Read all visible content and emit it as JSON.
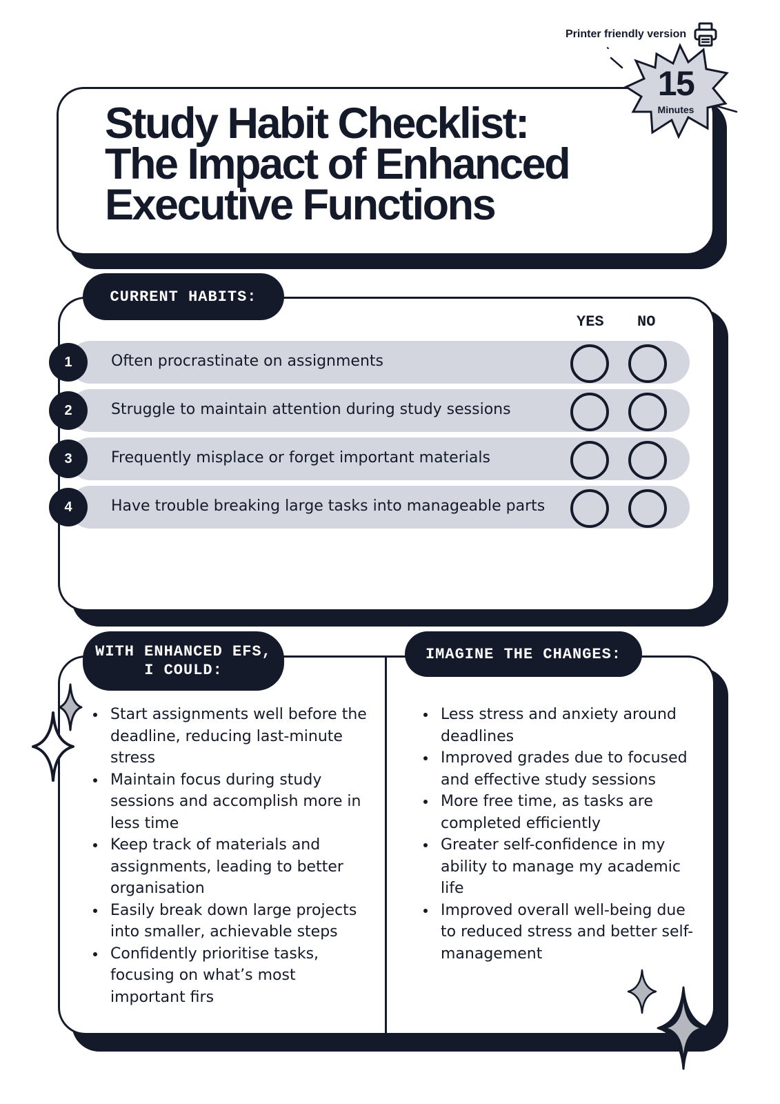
{
  "header": {
    "printer_label": "Printer friendly version",
    "badge_number": "15",
    "badge_unit": "Minutes"
  },
  "title": {
    "line1": "Study Habit Checklist:",
    "line2": "The Impact of Enhanced",
    "line3": "Executive Functions"
  },
  "habits": {
    "label": "CURRENT HABITS:",
    "yes_label": "YES",
    "no_label": "NO",
    "items": [
      {
        "num": "1",
        "text": "Often procrastinate on assignments"
      },
      {
        "num": "2",
        "text": "Struggle to maintain attention during study sessions"
      },
      {
        "num": "3",
        "text": "Frequently misplace or forget important materials"
      },
      {
        "num": "4",
        "text": "Have trouble breaking large tasks into manageable parts"
      }
    ]
  },
  "with_efs": {
    "label_line1": "WITH ENHANCED EFS,",
    "label_line2": "I COULD:",
    "items": [
      "Start assignments well before the deadline, reducing last-minute stress",
      "Maintain focus during study sessions and accomplish more in less time",
      "Keep track of materials and assignments, leading to better organisation",
      "Easily break down large projects into smaller, achievable steps",
      "Confidently prioritise tasks, focusing on what’s most important firs"
    ]
  },
  "imagine": {
    "label": "IMAGINE THE CHANGES:",
    "items": [
      "Less stress and anxiety around deadlines",
      " Improved grades due to focused and effective study sessions",
      " More free time, as tasks are completed efficiently",
      " Greater self-confidence in my ability to manage my academic life",
      " Improved overall well-being due to reduced stress and better self-management"
    ]
  },
  "icons": {
    "printer": "printer-icon",
    "badge": "starburst-badge",
    "sparkles": "sparkle-icon"
  },
  "colors": {
    "ink": "#141a2a",
    "row_fill": "#d3d6df",
    "badge_fill": "#d3d6df",
    "sparkle_fill": "#b4b7bd"
  }
}
